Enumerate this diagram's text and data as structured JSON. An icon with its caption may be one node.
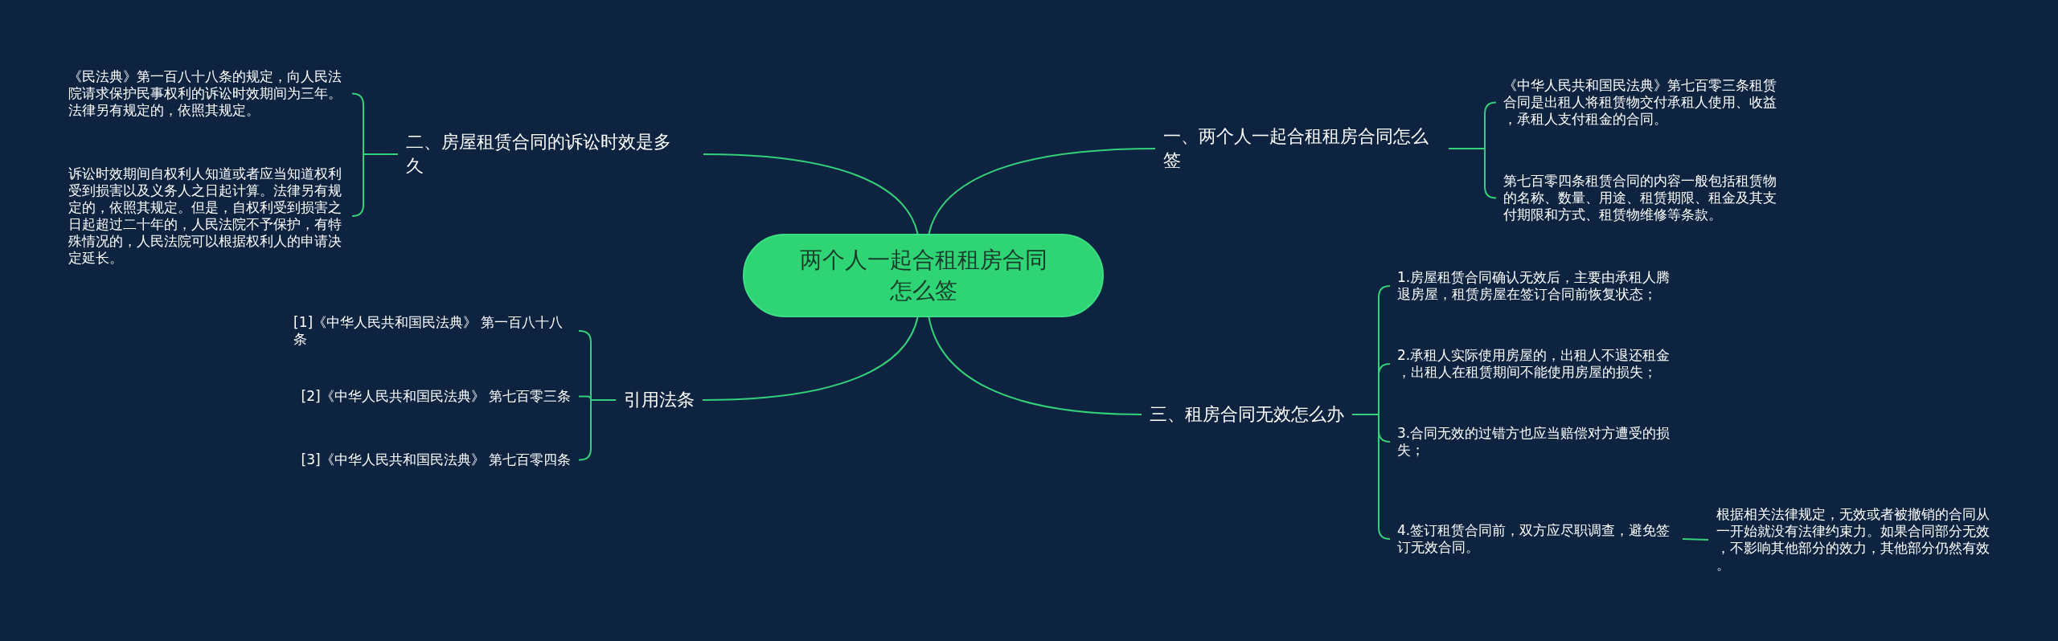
{
  "diagram": {
    "nodes": [
      {
        "text": [
          "两个人一起合租租房合同怎么签"
        ]
      },
      {
        "text": [
          "一、两个人一起合租租房合同怎么签"
        ]
      },
      {
        "text": [
          "《中华人民共和国民法典》第七百零三条租赁合同是出租人将租赁物交付承租人使用、收益，承租人支付租金的合同。"
        ]
      },
      {
        "text": [
          "第七百零四条租赁合同的内容一般包括租赁物的名称、数量、用途、租赁期限、租金及其支付期限和方式、租赁物维修等条款。"
        ]
      },
      {
        "text": [
          "三、租房合同无效怎么办"
        ]
      },
      {
        "text": [
          "1.房屋租赁合同确认无效后，主要由承租人腾退房屋，租赁房屋在签订合同前恢复状态；"
        ]
      },
      {
        "text": [
          "2.承租人实际使用房屋的，出租人不退还租金，出租人在租赁期间不能使用房屋的损失；"
        ]
      },
      {
        "text": [
          "3.合同无效的过错方也应当赔偿对方遭受的损失；"
        ]
      },
      {
        "text": [
          "4.签订租赁合同前，双方应尽职调查，避免签订无效合同。"
        ]
      },
      {
        "text": [
          "根据相关法律规定，无效或者被撤销的合同从一开始就没有法律约束力。如果合同部分无效，不影响其他部分的效力，其他部分仍然有效。"
        ]
      },
      {
        "text": [
          "二、房屋租赁合同的诉讼时效是多久"
        ]
      },
      {
        "text": [
          "《民法典》第一百八十八条的规定，向人民法院请求保护民事权利的诉讼时效期间为三年。法律另有规定的，依照其规定。"
        ]
      },
      {
        "text": [
          "诉讼时效期间自权利人知道或者应当知道权利受到损害以及义务人之日起计算。法律另有规定的，依照其规定。但是，自权利受到损害之日起超过二十年的，人民法院不予保护，有特殊情况的，人民法院可以根据权利人的申请决定延长。"
        ]
      },
      {
        "text": [
          "引用法条"
        ]
      },
      {
        "text": [
          "[1]《中华人民共和国民法典》 第一百八十八条"
        ]
      },
      {
        "text": [
          "[2]《中华人民共和国民法典》 第七百零三条"
        ]
      },
      {
        "text": [
          "[3]《中华人民共和国民法典》 第七百零四条"
        ]
      }
    ],
    "edges": [
      {
        "from": 0,
        "to": 1,
        "arrow": "none"
      },
      {
        "from": 1,
        "to": 2,
        "arrow": "none"
      },
      {
        "from": 1,
        "to": 3,
        "arrow": "none"
      },
      {
        "from": 0,
        "to": 4,
        "arrow": "none"
      },
      {
        "from": 4,
        "to": 5,
        "arrow": "none"
      },
      {
        "from": 4,
        "to": 6,
        "arrow": "none"
      },
      {
        "from": 4,
        "to": 7,
        "arrow": "none"
      },
      {
        "from": 4,
        "to": 8,
        "arrow": "none"
      },
      {
        "from": 8,
        "to": 9,
        "arrow": "none"
      },
      {
        "from": 0,
        "to": 10,
        "arrow": "none"
      },
      {
        "from": 10,
        "to": 11,
        "arrow": "none"
      },
      {
        "from": 10,
        "to": 12,
        "arrow": "none"
      },
      {
        "from": 0,
        "to": 13,
        "arrow": "none"
      },
      {
        "from": 13,
        "to": 14,
        "arrow": "none"
      },
      {
        "from": 13,
        "to": 15,
        "arrow": "none"
      },
      {
        "from": 13,
        "to": 16,
        "arrow": "none"
      }
    ]
  }
}
